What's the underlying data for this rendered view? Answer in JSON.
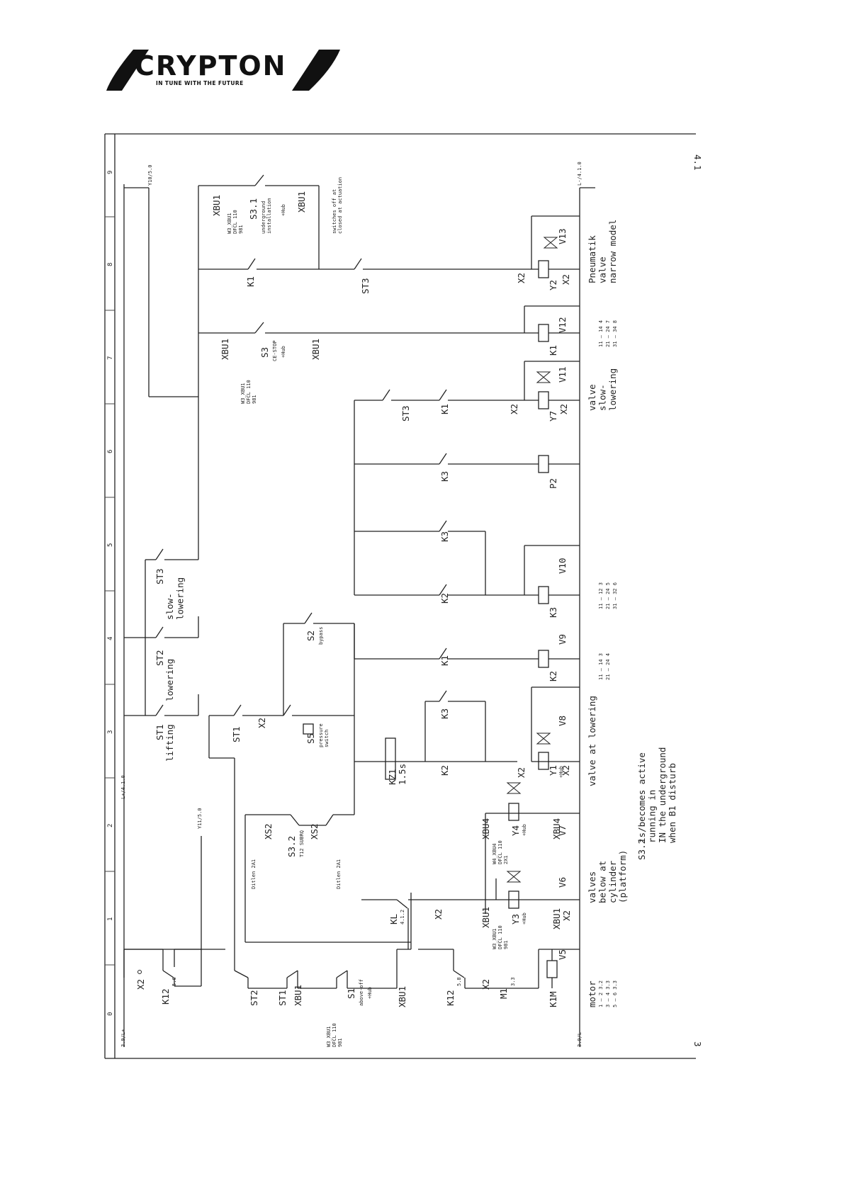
{
  "brand": {
    "name": "CRYPTON",
    "tagline": "IN TUNE WITH THE FUTURE",
    "color": "#111111"
  },
  "page": {
    "sheet_number": "4.1",
    "bottom_number": "3",
    "column_markers": [
      "0",
      "1",
      "2",
      "3",
      "4",
      "5",
      "6",
      "7",
      "8",
      "9"
    ]
  },
  "terminals": {
    "left_top": "3.9/L+",
    "left_bottom": "3.9/L-",
    "right_top": "L+/4.1.0",
    "right_bottom": "L-/4.1.0",
    "y10": "Y10/5.0",
    "y11": "Y11/5.0"
  },
  "components": {
    "k12_top": "K12",
    "k12_top_ref": "5.6",
    "k12_bot": "K12",
    "k12_bot_ref": "5.8",
    "x2_1": "X2",
    "x2_2": "X2",
    "st2_a": "ST2",
    "st1_a": "ST1",
    "xbu1_a": "XBU1",
    "s1": "S1",
    "s1_note": "above-off",
    "s1_hub": "+Hub",
    "s1_kit": "W3_XBU1\nDFCL 110\n981",
    "xbu1_b": "XBU1",
    "m1": "M1",
    "m1_ref": "3.3",
    "k1m": "K1M",
    "motor_label": "motor",
    "motor_contacts": [
      "1 — 2  3.2",
      "3 — 4  3.3",
      "5 — 6  3.3"
    ],
    "v5": "V5",
    "kl": "KL",
    "kl_ref": "4.1.2",
    "x2_4": "X2",
    "xbu1_c": "XBU1",
    "xbu1_c_kit": "W3_XBU1\nDFCL 110\n981",
    "y3": "Y3",
    "y3_hub": "+Hub",
    "xbu1_d": "XBU1",
    "x2_d": "X2",
    "v6": "V6",
    "valves_label": "valves\nbelow at\ncylinder\n(platform)",
    "xs2_a": "XS2",
    "s3_2": "S3.2",
    "s3_2_kit": "T12 SUBRQ",
    "xs2_b": "XS2",
    "cable_a": "Ditlen 2A1",
    "cable_b": "Ditlen 2A1",
    "xbu4_a": "XBU4",
    "xbu4_a_kit": "W4_XBU4\nDFCL 110\n2X1",
    "y4": "Y4",
    "y4_hub": "+Hub",
    "xbu4_b": "XBU4",
    "v7": "V7",
    "st1_lift": "ST1",
    "lifting": "lifting",
    "st1_b": "ST1",
    "x2_3": "X2",
    "kz1": "KZ1",
    "kz1_time": "1.5s",
    "k2_a": "K2",
    "k3_a": "K3",
    "s5": "S5",
    "s5_note": "pressure\nswitch",
    "x2_6": "X2",
    "y1": "Y1",
    "y1_hub": "+Hub",
    "x2_7": "X2",
    "v8": "V8",
    "valve_lowering": "valve at lowering",
    "st2_b": "ST2",
    "lowering": "lowering",
    "s2": "S2",
    "s2_note": "bypass",
    "k1_a": "K1",
    "k2_b": "K2",
    "k2_contacts": [
      "11 — 14  3",
      "21 — 24  4"
    ],
    "v9": "V9",
    "st3_a": "ST3",
    "slow_lowering": "slow-\nlowering",
    "k2_c": "K2",
    "k3_b": "K3",
    "k3_contacts": [
      "11 — 12  3",
      "21 — 24  5",
      "31 — 32  6"
    ],
    "k3_c": "K3",
    "v10": "V10",
    "k3_d": "K3",
    "p2": "P2",
    "st3_b": "ST3",
    "k1_b": "K1",
    "x2_8": "X2",
    "y7": "Y7",
    "x2_9": "X2",
    "v11": "V11",
    "valve_slow": "valve\nslow-\nlowering",
    "xbu1_e": "XBU1",
    "xbu1_e_kit": "W3_XBU1\nDFCL 110\n981",
    "s3": "S3",
    "s3_note": "CE-STOP",
    "s3_hub": "+Hub",
    "xbu1_f": "XBU1",
    "k1_c": "K1",
    "v12": "V12",
    "k1_contacts": [
      "11 — 14  4",
      "21 — 24  7",
      "31 — 34  8"
    ],
    "xbu1_g": "XBU1",
    "xbu1_g_kit": "W3_XBU1\nDFCL 110\n981",
    "s3_1": "S3.1",
    "s3_1_note": "underground\ninstallation",
    "s3_1_hub": "+Hub",
    "xbu1_h": "XBU1",
    "switches_note": "switches off at\nclosed at actuation",
    "k1_d": "K1",
    "st3_c": "ST3",
    "x2_10": "X2",
    "y2": "Y2",
    "x2_11": "X2",
    "v13": "V13",
    "pneu_label": "Pneumatik\nvalve\nnarrow model"
  },
  "notes": {
    "s32": "S3.2",
    "s32_text": "is/becomes active\nrunning in\nIN the underground\nwhen B1 disturb"
  }
}
